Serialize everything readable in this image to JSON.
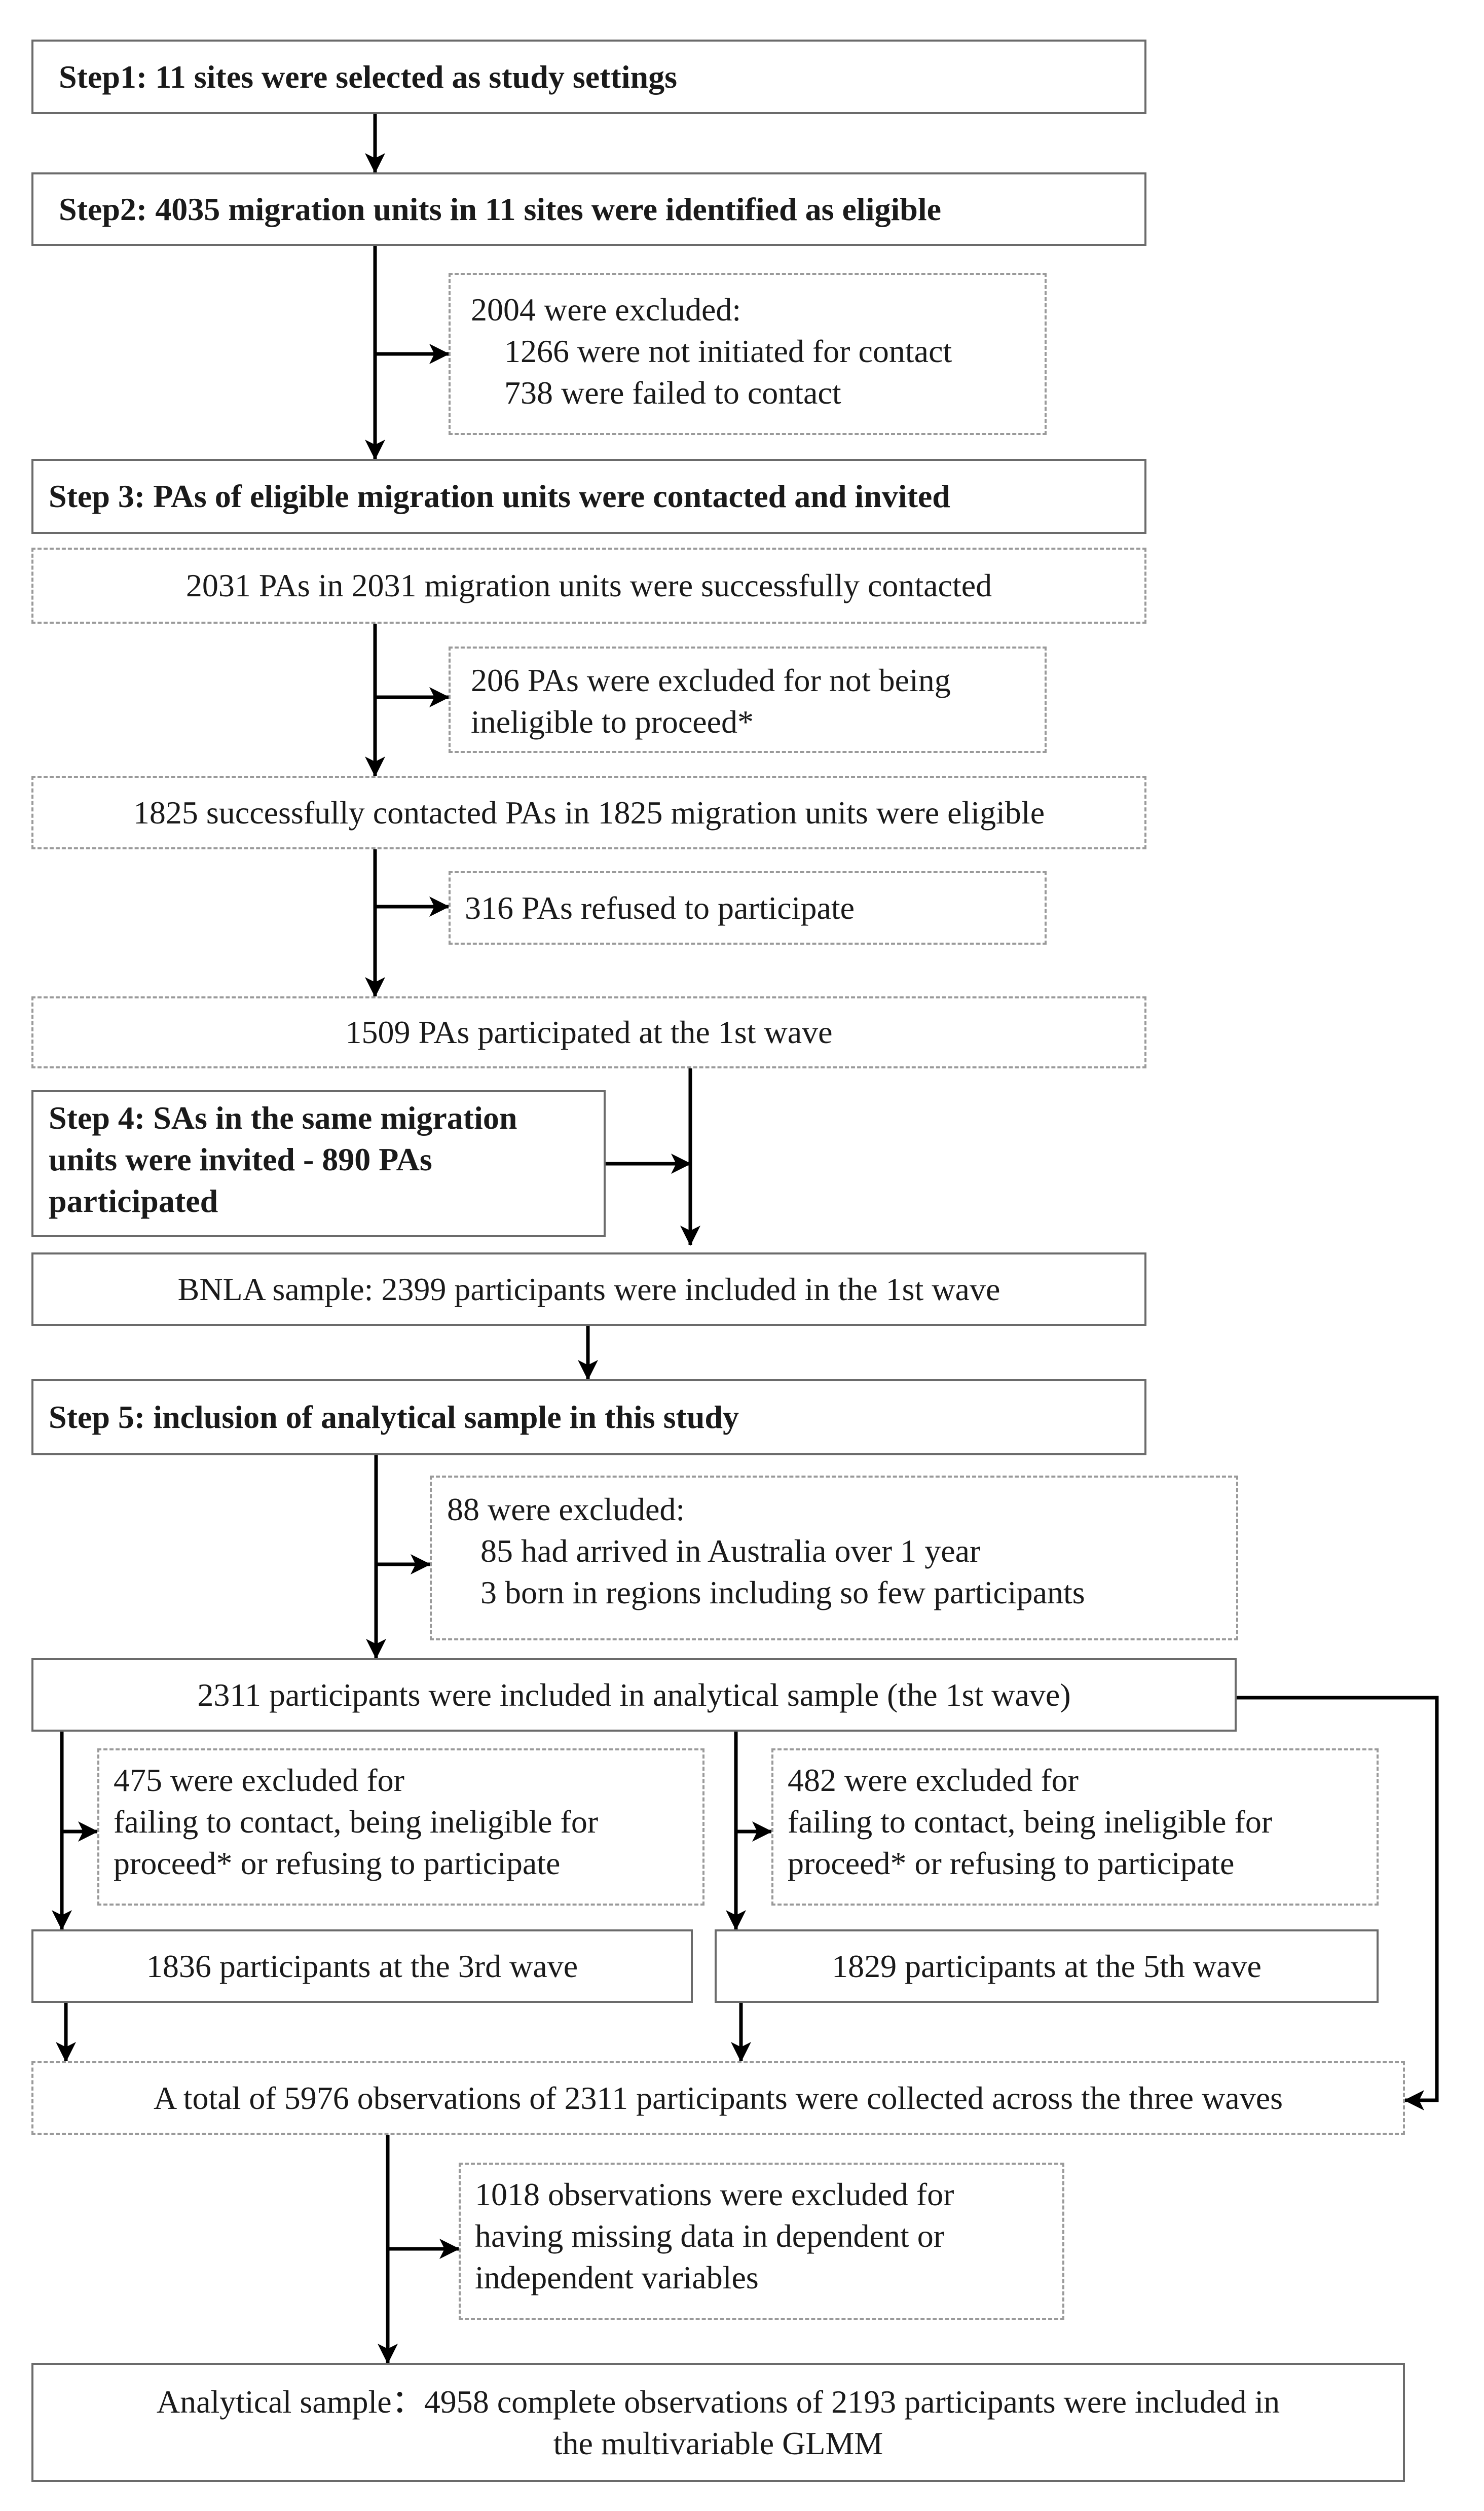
{
  "step1": "Step1: 11  sites were selected as study settings",
  "step2": "Step2: 4035 migration units in 11 sites were identified as eligible",
  "excl1": {
    "heading": "2004 were excluded:",
    "items": [
      "1266 were not initiated for contact",
      "738 were failed to contact"
    ]
  },
  "step3": "Step 3: PAs of eligible migration units were contacted and invited",
  "contacted": "2031 PAs in 2031 migration units were successfully contacted",
  "excl2": [
    "206 PAs were excluded for not being",
    "ineligible to proceed*"
  ],
  "eligible": "1825 successfully contacted PAs in 1825 migration units were eligible",
  "excl3": "316 PAs refused to participate",
  "wave1_pas": "1509 PAs participated at the 1st wave",
  "step4": [
    "Step 4: SAs in the same migration",
    "units were invited - 890 PAs",
    "participated"
  ],
  "bnla": "BNLA sample: 2399  participants were included in the 1st wave",
  "step5": "Step 5: inclusion of analytical sample in this study",
  "excl4": {
    "heading": "88 were excluded:",
    "items": [
      "85 had arrived in Australia over 1 year",
      "3 born in  regions including so few participants"
    ]
  },
  "analytical_wave1": "2311 participants  were included in analytical sample (the 1st wave)",
  "excl5": [
    "475  were excluded for",
    "failing to contact,  being ineligible for",
    "proceed* or refusing to participate"
  ],
  "excl6": [
    "482 were excluded for",
    "failing to contact,  being ineligible for",
    "proceed* or refusing to participate"
  ],
  "wave3": "1836 participants at the 3rd wave",
  "wave5": "1829 participants at the 5th wave",
  "total_obs": "A total of 5976 observations of 2311 participants were collected across the three waves",
  "excl7": [
    "1018 observations were excluded for",
    "having missing data in dependent or",
    "independent  variables"
  ],
  "final": [
    "Analytical sample：4958 complete observations of 2193 participants were included in",
    "the multivariable GLMM"
  ],
  "colors": {
    "solid_border": "#6b6b6b",
    "dashed_border": "#9a9a9a",
    "arrow": "#000000",
    "text": "#1a1a1a"
  }
}
